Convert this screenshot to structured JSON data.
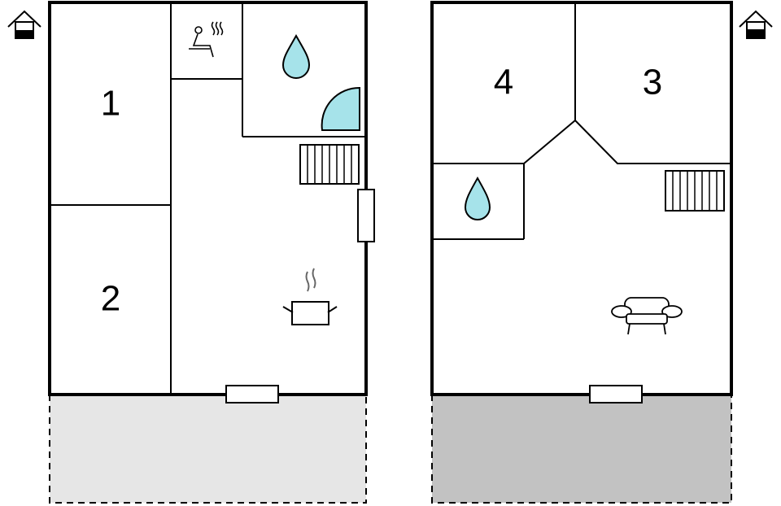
{
  "floor_left": {
    "rooms": [
      {
        "label": "1"
      },
      {
        "label": "2"
      }
    ],
    "icons": [
      "house-icon",
      "sauna-icon",
      "water-drop-icon",
      "shower-icon",
      "stairs-icon",
      "cooking-pot-icon"
    ],
    "terrace_color": "#e6e6e6"
  },
  "floor_right": {
    "rooms": [
      {
        "label": "4"
      },
      {
        "label": "3"
      }
    ],
    "icons": [
      "house-icon",
      "water-drop-icon",
      "stairs-icon",
      "sofa-icon"
    ],
    "terrace_color": "#c2c2c2"
  },
  "colors": {
    "water": "#a6e3ea",
    "wall": "#000000"
  }
}
